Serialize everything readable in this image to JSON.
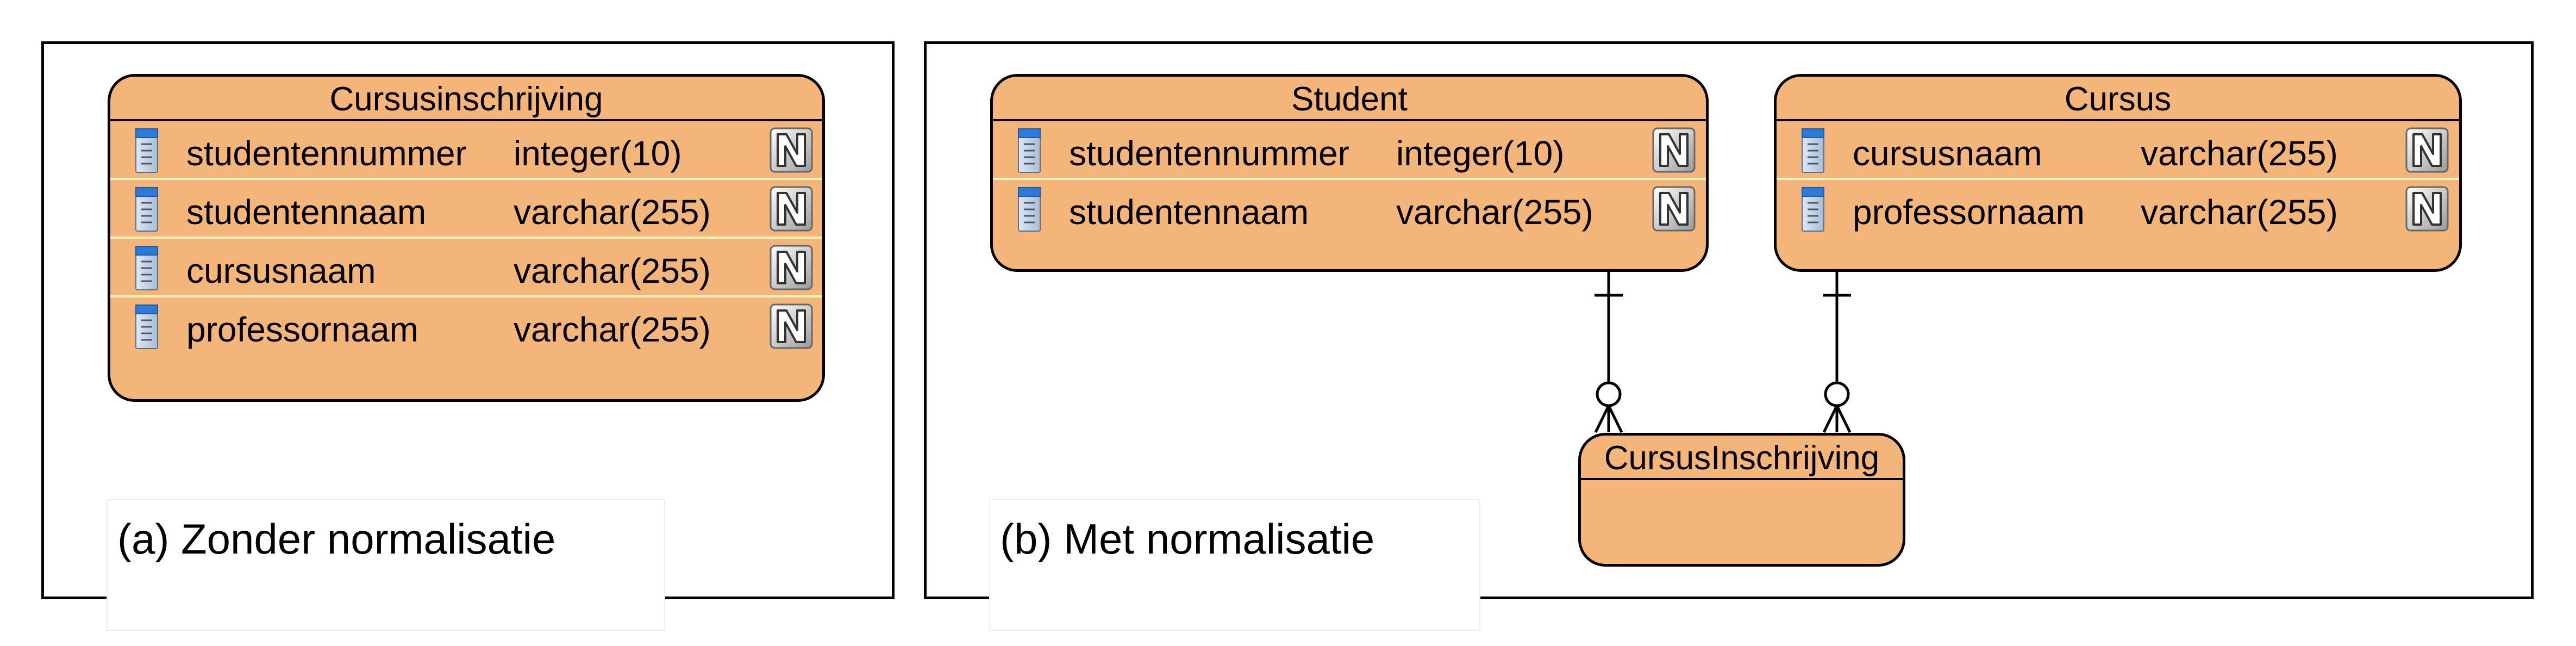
{
  "panel_a": {
    "caption": "(a) Zonder normalisatie",
    "entity": {
      "title": "Cursusinschrijving",
      "columns": [
        {
          "name": "studentennummer",
          "type": "integer(10)",
          "nullable_icon": "N"
        },
        {
          "name": "studentennaam",
          "type": "varchar(255)",
          "nullable_icon": "N"
        },
        {
          "name": "cursusnaam",
          "type": "varchar(255)",
          "nullable_icon": "N"
        },
        {
          "name": "professornaam",
          "type": "varchar(255)",
          "nullable_icon": "N"
        }
      ]
    }
  },
  "panel_b": {
    "caption": "(b) Met normalisatie",
    "student": {
      "title": "Student",
      "columns": [
        {
          "name": "studentennummer",
          "type": "integer(10)",
          "nullable_icon": "N"
        },
        {
          "name": "studentennaam",
          "type": "varchar(255)",
          "nullable_icon": "N"
        }
      ]
    },
    "cursus": {
      "title": "Cursus",
      "columns": [
        {
          "name": "cursusnaam",
          "type": "varchar(255)",
          "nullable_icon": "N"
        },
        {
          "name": "professornaam",
          "type": "varchar(255)",
          "nullable_icon": "N"
        }
      ]
    },
    "link_entity": {
      "title": "CursusInschrijving"
    },
    "relationships": [
      {
        "from": "Student",
        "to": "CursusInschrijving",
        "from_cardinality": "one",
        "to_cardinality": "zero-or-many"
      },
      {
        "from": "Cursus",
        "to": "CursusInschrijving",
        "from_cardinality": "one",
        "to_cardinality": "zero-or-many"
      }
    ]
  },
  "colors": {
    "entity_fill": "#f4b57b",
    "row_separator": "#fff3c4",
    "border": "#000000"
  },
  "icons": {
    "column": "column-icon",
    "nullable": "not-null-icon"
  }
}
